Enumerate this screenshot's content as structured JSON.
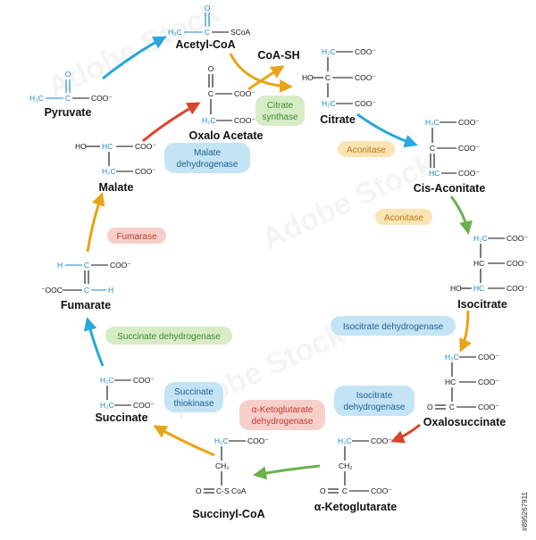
{
  "colors": {
    "blue_arrow": "#2aa6d9",
    "orange_arrow": "#e8a317",
    "green_arrow": "#6ab04c",
    "red_arrow": "#d9452a",
    "carbon_blue": "#1a88c9",
    "enzyme_green_bg": "#d6ecc6",
    "enzyme_green_text": "#3f8a2a",
    "enzyme_yellow_bg": "#fbe4b4",
    "enzyme_yellow_text": "#b8771a",
    "enzyme_blue_bg": "#c4e4f6",
    "enzyme_blue_text": "#1d5f8f",
    "enzyme_red_bg": "#f6cfca",
    "enzyme_red_text": "#c0392b"
  },
  "compounds": {
    "pyruvate": "Pyruvate",
    "acetyl_coa": "Acetyl-CoA",
    "coa_sh": "CoA-SH",
    "oxalo_acetate": "Oxalo Acetate",
    "citrate": "Citrate",
    "cis_aconitate": "Cis-Aconitate",
    "isocitrate": "Isocitrate",
    "oxalosuccinate": "Oxalosuccinate",
    "alpha_ketoglutarate": "α-Ketoglutarate",
    "succinyl_coa": "Succinyl-CoA",
    "succinate": "Succinate",
    "fumarate": "Fumarate",
    "malate": "Malate"
  },
  "enzymes": {
    "citrate_synthase_1": "Citrate",
    "citrate_synthase_2": "synthase",
    "aconitase_1": "Aconitase",
    "aconitase_2": "Aconitase",
    "isocitrate_dh_1": "Isocitrate dehydrogenase",
    "isocitrate_dh_2a": "Isocitrate",
    "isocitrate_dh_2b": "dehydrogenase",
    "akg_dh_1": "α-Ketoglutarate",
    "akg_dh_2": "dehydrogenase",
    "succinate_thiokinase_1": "Succinate",
    "succinate_thiokinase_2": "thiokinase",
    "succinate_dh": "Succinate dehydrogenase",
    "fumarase": "Fumarase",
    "malate_dh_1": "Malate",
    "malate_dh_2": "dehydrogenase"
  },
  "chem": {
    "h3c": "H₃C",
    "h2c": "H₂C",
    "ch2": "CH₂",
    "coo": "COO⁻",
    "ooc": "⁻OOC",
    "o": "O",
    "c": "C",
    "ho": "HO",
    "hc": "HC",
    "h": "H",
    "scoa": "SCoA",
    "c_scoa": "C-S CoA"
  },
  "watermark": {
    "text": "Adobe Stock",
    "id": "#895267911"
  }
}
